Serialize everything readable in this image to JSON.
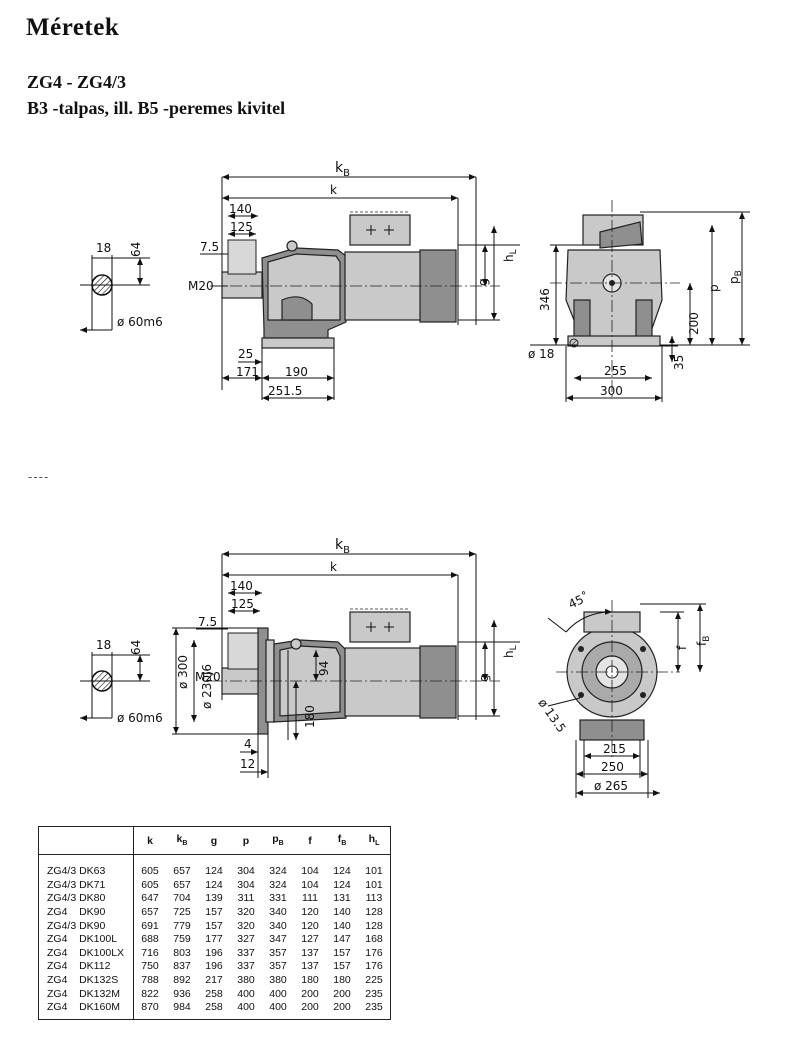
{
  "title": "Méretek",
  "subtitle1": "ZG4 - ZG4/3",
  "subtitle2": "B3 -talpas,  ill. B5 -peremes  kivitel",
  "separator": "----",
  "drawing_top": {
    "kB": "k",
    "kB_sub": "B",
    "k": "k",
    "d140": "140",
    "d125": "125",
    "d7_5": "7.5",
    "thread": "M20",
    "d25": "25",
    "d171": "171",
    "d190": "190",
    "d251_5": "251.5",
    "g": "g",
    "h": "h",
    "h_sub": "L",
    "shaft_18": "18",
    "shaft_64": "64",
    "shaft_dia": "ø 60m6",
    "side_346": "346",
    "side_200": "200",
    "side_p": "p",
    "side_pB": "p",
    "side_pB_sub": "B",
    "side_dia18": "ø 18",
    "side_35": "35",
    "side_255": "255",
    "side_300": "300"
  },
  "drawing_bottom": {
    "kB": "k",
    "kB_sub": "B",
    "k": "k",
    "d140": "140",
    "d125": "125",
    "d7_5": "7.5",
    "thread": "M20",
    "d300": "ø 300",
    "d230": "ø 230j6",
    "d94": "94",
    "d180": "180",
    "d4": "4",
    "d12": "12",
    "g": "g",
    "h": "h",
    "h_sub": "L",
    "shaft_18": "18",
    "shaft_64": "64",
    "shaft_dia": "ø 60m6",
    "side_45": "45˚",
    "side_f": "f",
    "side_fB": "f",
    "side_fB_sub": "B",
    "side_hole": "ø 13.5",
    "side_215": "215",
    "side_250": "250",
    "side_265": "ø 265"
  },
  "table": {
    "headers": [
      "",
      "k",
      "k",
      "g",
      "p",
      "p",
      "f",
      "f",
      "h"
    ],
    "header_subs": [
      "",
      "",
      "B",
      "",
      "",
      "B",
      "",
      "B",
      "L"
    ],
    "rows": [
      [
        "ZG4/3 DK63",
        "605",
        "657",
        "124",
        "304",
        "324",
        "104",
        "124",
        "101"
      ],
      [
        "ZG4/3 DK71",
        "605",
        "657",
        "124",
        "304",
        "324",
        "104",
        "124",
        "101"
      ],
      [
        "ZG4/3 DK80",
        "647",
        "704",
        "139",
        "311",
        "331",
        "111",
        "131",
        "113"
      ],
      [
        "ZG4    DK90",
        "657",
        "725",
        "157",
        "320",
        "340",
        "120",
        "140",
        "128"
      ],
      [
        "ZG4/3 DK90",
        "691",
        "779",
        "157",
        "320",
        "340",
        "120",
        "140",
        "128"
      ],
      [
        "ZG4    DK100L",
        "688",
        "759",
        "177",
        "327",
        "347",
        "127",
        "147",
        "168"
      ],
      [
        "ZG4    DK100LX",
        "716",
        "803",
        "196",
        "337",
        "357",
        "137",
        "157",
        "176"
      ],
      [
        "ZG4    DK112",
        "750",
        "837",
        "196",
        "337",
        "357",
        "137",
        "157",
        "176"
      ],
      [
        "ZG4    DK132S",
        "788",
        "892",
        "217",
        "380",
        "380",
        "180",
        "180",
        "225"
      ],
      [
        "ZG4    DK132M",
        "822",
        "936",
        "258",
        "400",
        "400",
        "200",
        "200",
        "235"
      ],
      [
        "ZG4    DK160M",
        "870",
        "984",
        "258",
        "400",
        "400",
        "200",
        "200",
        "235"
      ]
    ]
  }
}
